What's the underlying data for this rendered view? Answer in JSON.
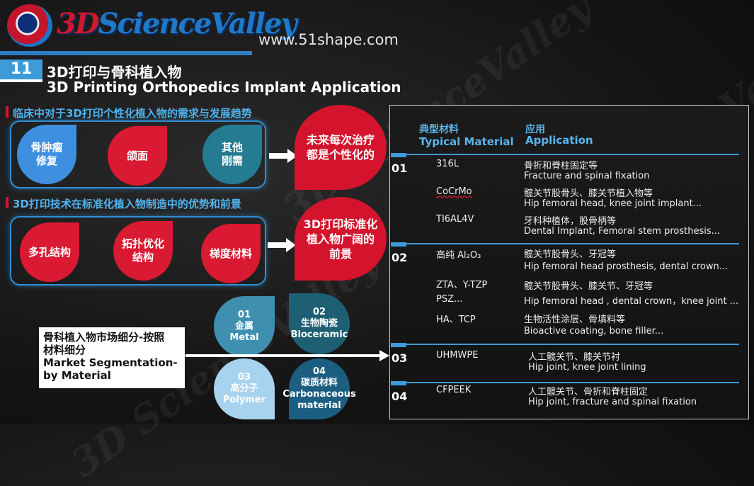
{
  "header": {
    "logo_prefix": "3D",
    "logo_text": "ScienceValley",
    "url": "www.51shape.com"
  },
  "slide": {
    "number": "11",
    "title_cn": "3D打印与骨科植入物",
    "title_en": "3D Printing Orthopedics Implant Application"
  },
  "section1": {
    "heading": "临床中对于3D打印个性化植入物的需求与发展趋势",
    "items": [
      "骨肿瘤\n修复",
      "颌面",
      "其他\n刚需"
    ],
    "conclusion": "未来每次治疗\n都是个性化的"
  },
  "section2": {
    "heading": "3D打印技术在标准化植入物制造中的优势和前景",
    "items": [
      "多孔结构",
      "拓扑优化\n结构",
      "梯度材料"
    ],
    "conclusion": "3D打印标准化\n植入物广阔的\n前景"
  },
  "materials": [
    {
      "num": "01",
      "cn": "金属",
      "en": "Metal"
    },
    {
      "num": "02",
      "cn": "生物陶瓷",
      "en": "Bioceramic"
    },
    {
      "num": "03",
      "cn": "高分子",
      "en": "Polymer"
    },
    {
      "num": "04",
      "cn": "碳质材料",
      "en": "Carbonaceous\nmaterial"
    }
  ],
  "segmentation": {
    "cn": "骨科植入物市场细分-按照\n材料细分",
    "en": "Market Segmentation-\nby Material"
  },
  "table": {
    "col1_cn": "典型材料",
    "col1_en": "Typical Material",
    "col2_cn": "应用",
    "col2_en": "Application",
    "groups": [
      {
        "num": "01",
        "rows": [
          {
            "material": "316L",
            "app_cn": "骨折和脊柱固定等",
            "app_en": "Fracture and spinal fixation"
          },
          {
            "material": "CoCrMo",
            "app_cn": "髋关节股骨头、膝关节植入物等",
            "app_en": "Hip femoral head, knee joint implant..."
          },
          {
            "material": "TI6AL4V",
            "app_cn": "牙科种植体，股骨柄等",
            "app_en": "Dental Implant, Femoral stem prosthesis..."
          }
        ]
      },
      {
        "num": "02",
        "rows": [
          {
            "material": "高纯 Al₂O₃",
            "app_cn": "髋关节股骨头、牙冠等",
            "app_en": "Hip femoral head prosthesis, dental crown..."
          },
          {
            "material": "ZTA、Y-TZP\nPSZ...",
            "app_cn": "髋关节股骨头、膝关节、牙冠等",
            "app_en": "Hip femoral head , dental crown，knee joint ..."
          },
          {
            "material": "HA、TCP",
            "app_cn": "生物活性涂层、骨填料等",
            "app_en": "Bioactive coating, bone filler..."
          }
        ]
      },
      {
        "num": "03",
        "rows": [
          {
            "material": "UHMWPE",
            "app_cn": "人工髋关节、膝关节衬",
            "app_en": "Hip joint, knee joint lining"
          }
        ]
      },
      {
        "num": "04",
        "rows": [
          {
            "material": "CFPEEK",
            "app_cn": "人工髋关节、骨折和脊柱固定",
            "app_en": "Hip joint, fracture and spinal fixation"
          }
        ]
      }
    ]
  }
}
